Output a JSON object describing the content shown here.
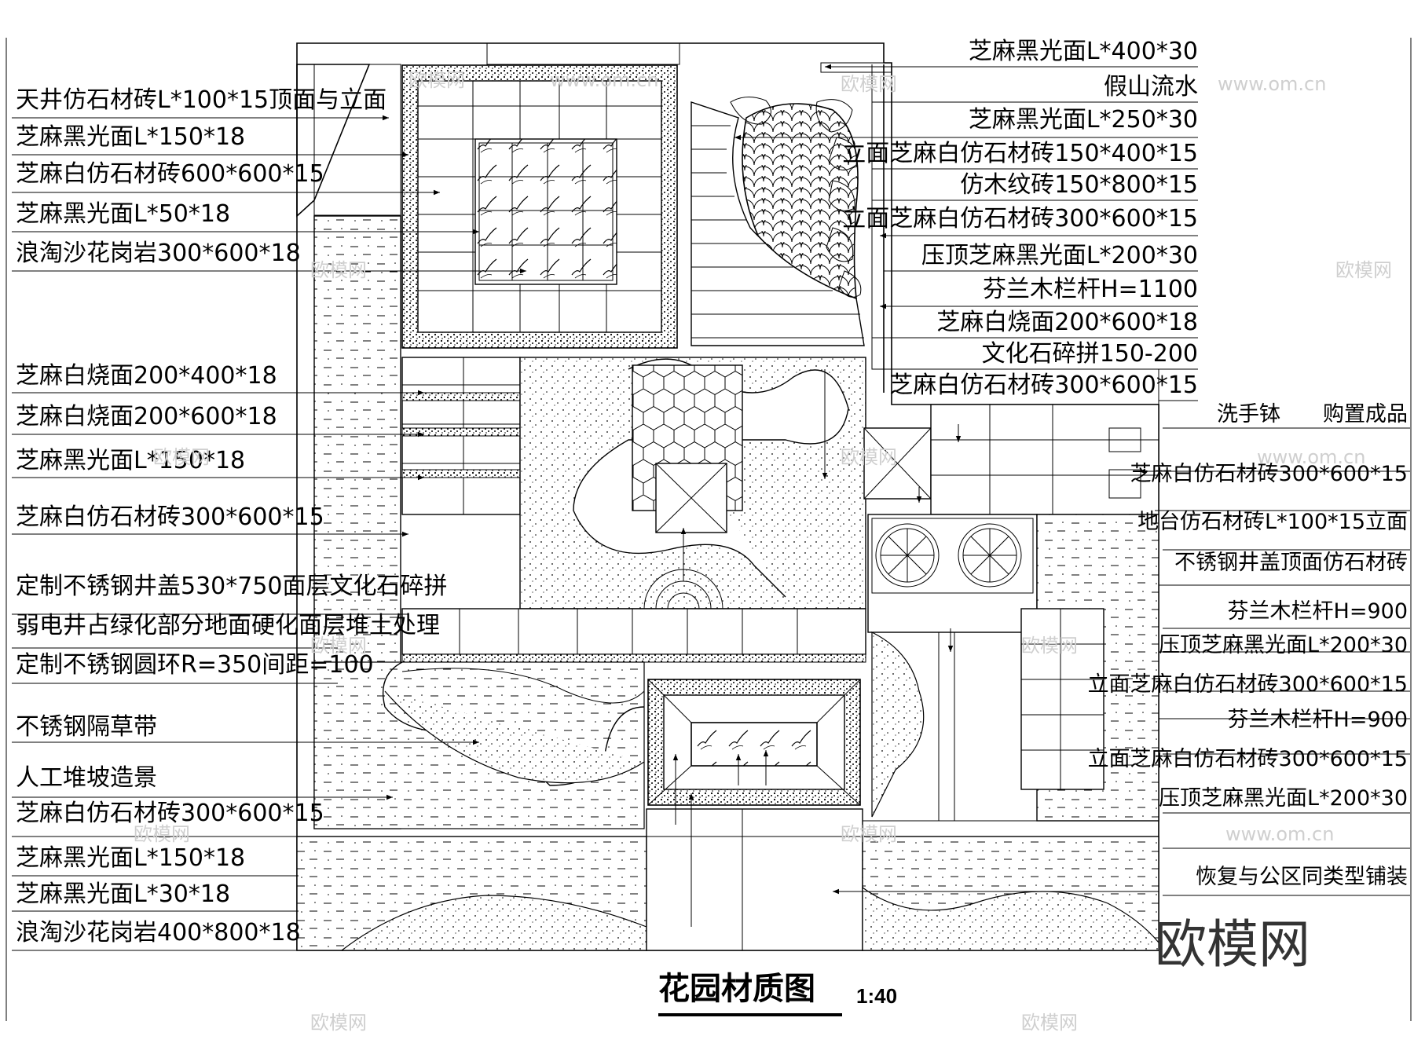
{
  "title": "花园材质图",
  "scale": "1:40",
  "brand": "欧模网",
  "watermarks": [
    "欧模网",
    "www.om.cn"
  ],
  "labels_left": [
    "天井仿石材砖L*100*15顶面与立面",
    "芝麻黑光面L*150*18",
    "芝麻白仿石材砖600*600*15",
    "芝麻黑光面L*50*18",
    "浪淘沙花岗岩300*600*18",
    "芝麻白烧面200*400*18",
    "芝麻白烧面200*600*18",
    "芝麻黑光面L*150*18",
    "芝麻白仿石材砖300*600*15",
    "定制不锈钢井盖530*750面层文化石碎拼",
    "弱电井占绿化部分地面硬化面层堆土处理",
    "定制不锈钢圆环R=350间距=100",
    "不锈钢隔草带",
    "人工堆坡造景",
    "芝麻白仿石材砖300*600*15",
    "芝麻黑光面L*150*18",
    "芝麻黑光面L*30*18",
    "浪淘沙花岗岩400*800*18"
  ],
  "labels_right_top": [
    "芝麻黑光面L*400*30",
    "假山流水",
    "芝麻黑光面L*250*30",
    "立面芝麻白仿石材砖150*400*15",
    "仿木纹砖150*800*15",
    "立面芝麻白仿石材砖300*600*15",
    "压顶芝麻黑光面L*200*30",
    "芬兰木栏杆H=1100",
    "芝麻白烧面200*600*18",
    "文化石碎拼150-200",
    "芝麻白仿石材砖300*600*15"
  ],
  "labels_right_bottom": [
    "洗手钵　　购置成品",
    "芝麻白仿石材砖300*600*15",
    "地台仿石材砖L*100*15立面",
    "不锈钢井盖顶面仿石材砖",
    "芬兰木栏杆H=900",
    "压顶芝麻黑光面L*200*30",
    "立面芝麻白仿石材砖300*600*15",
    "芬兰木栏杆H=900",
    "立面芝麻白仿石材砖300*600*15",
    "压顶芝麻黑光面L*200*30",
    "恢复与公区同类型铺装"
  ]
}
